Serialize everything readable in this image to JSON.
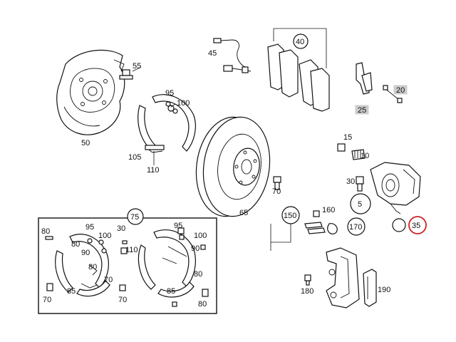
{
  "labels": {
    "l45": "45",
    "l40": "40",
    "l55": "55",
    "l95a": "95",
    "l100a": "100",
    "l20": "20",
    "l25": "25",
    "l50": "50",
    "l105": "105",
    "l110": "110",
    "l15": "15",
    "l10": "10",
    "l30a": "30",
    "l70a": "70",
    "l65": "65",
    "l5": "5",
    "l75": "75",
    "l150": "150",
    "l160": "160",
    "l170": "170",
    "l35": "35",
    "l80a": "80",
    "l95b": "95",
    "l100b": "100",
    "l30b": "30",
    "l95c": "95",
    "l100c": "100",
    "l80b": "80",
    "l90a": "90",
    "l110b": "110",
    "l90b": "90",
    "l80c": "80",
    "l80d": "80",
    "l70b": "70",
    "l85a": "85",
    "l70c": "70",
    "l85b": "85",
    "l80e": "80",
    "l180": "180",
    "l190": "190"
  },
  "colors": {
    "line": "#111111",
    "highlight": "#cc2222",
    "shaded_box": "#cccccc"
  }
}
